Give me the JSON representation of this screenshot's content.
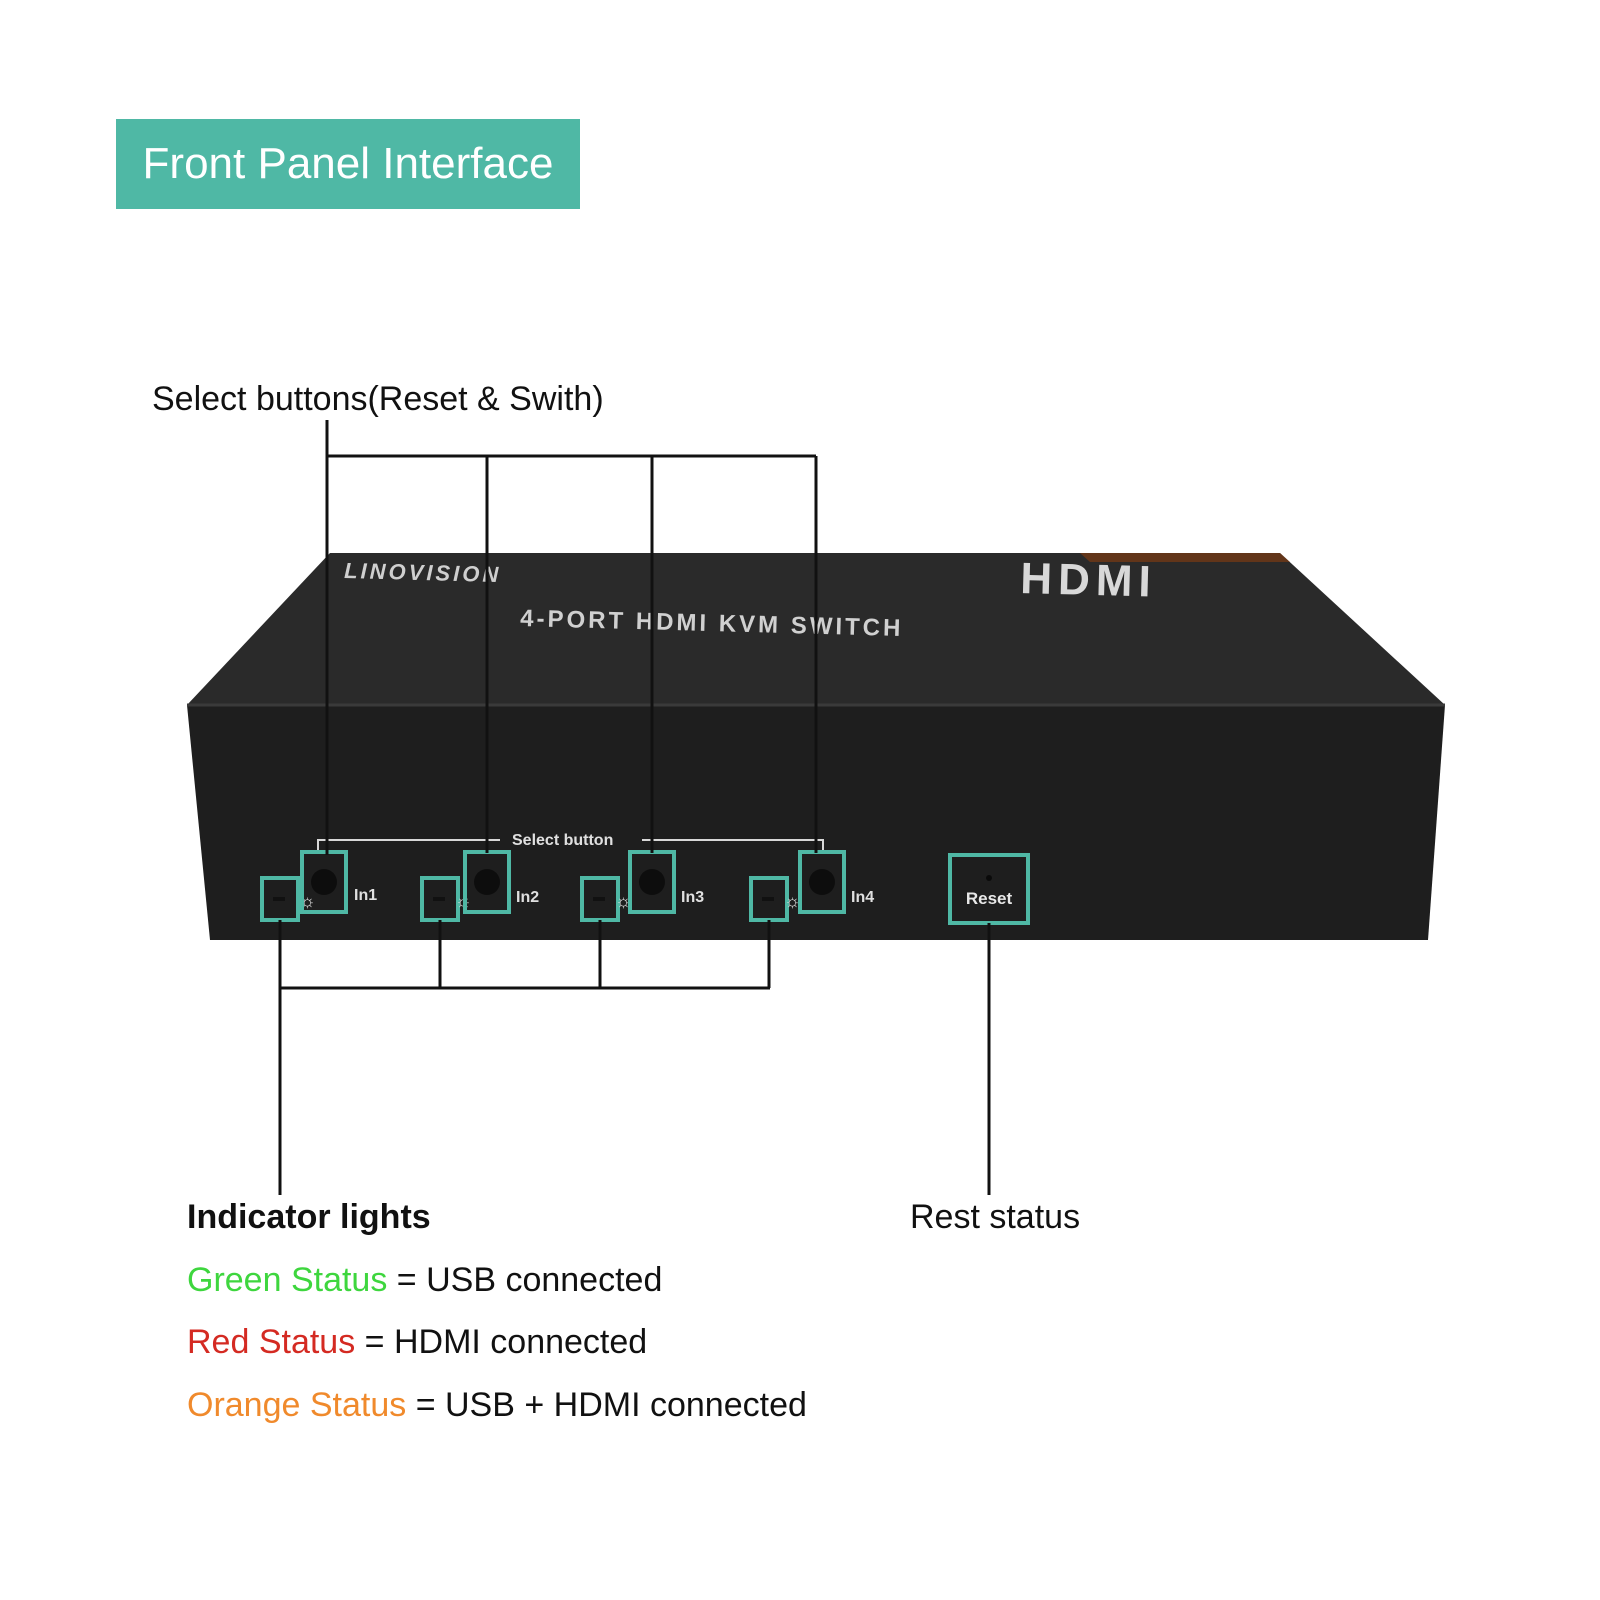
{
  "title": "Front Panel Interface",
  "callouts": {
    "select_buttons": "Select buttons(Reset & Swith)",
    "rest_status": "Rest status"
  },
  "device": {
    "brand": "LINOVISION",
    "hdmi_logo": "HDMI",
    "model": "4-PORT HDMI KVM SWITCH",
    "select_button_label": "Select button",
    "ports": [
      "In1",
      "In2",
      "In3",
      "In4"
    ],
    "reset_label": "Reset"
  },
  "legend": {
    "heading": "Indicator lights",
    "items": [
      {
        "status": "Green Status",
        "meaning": "= USB connected",
        "color": "#3ed63e"
      },
      {
        "status": "Red Status",
        "meaning": "= HDMI connected",
        "color": "#d42a22"
      },
      {
        "status": "Orange Status",
        "meaning": "= USB + HDMI connected",
        "color": "#f08a2c"
      }
    ]
  },
  "colors": {
    "banner": "#4fb8a5",
    "highlight": "#4fb8a5",
    "device_body": "#1e1e1e"
  }
}
